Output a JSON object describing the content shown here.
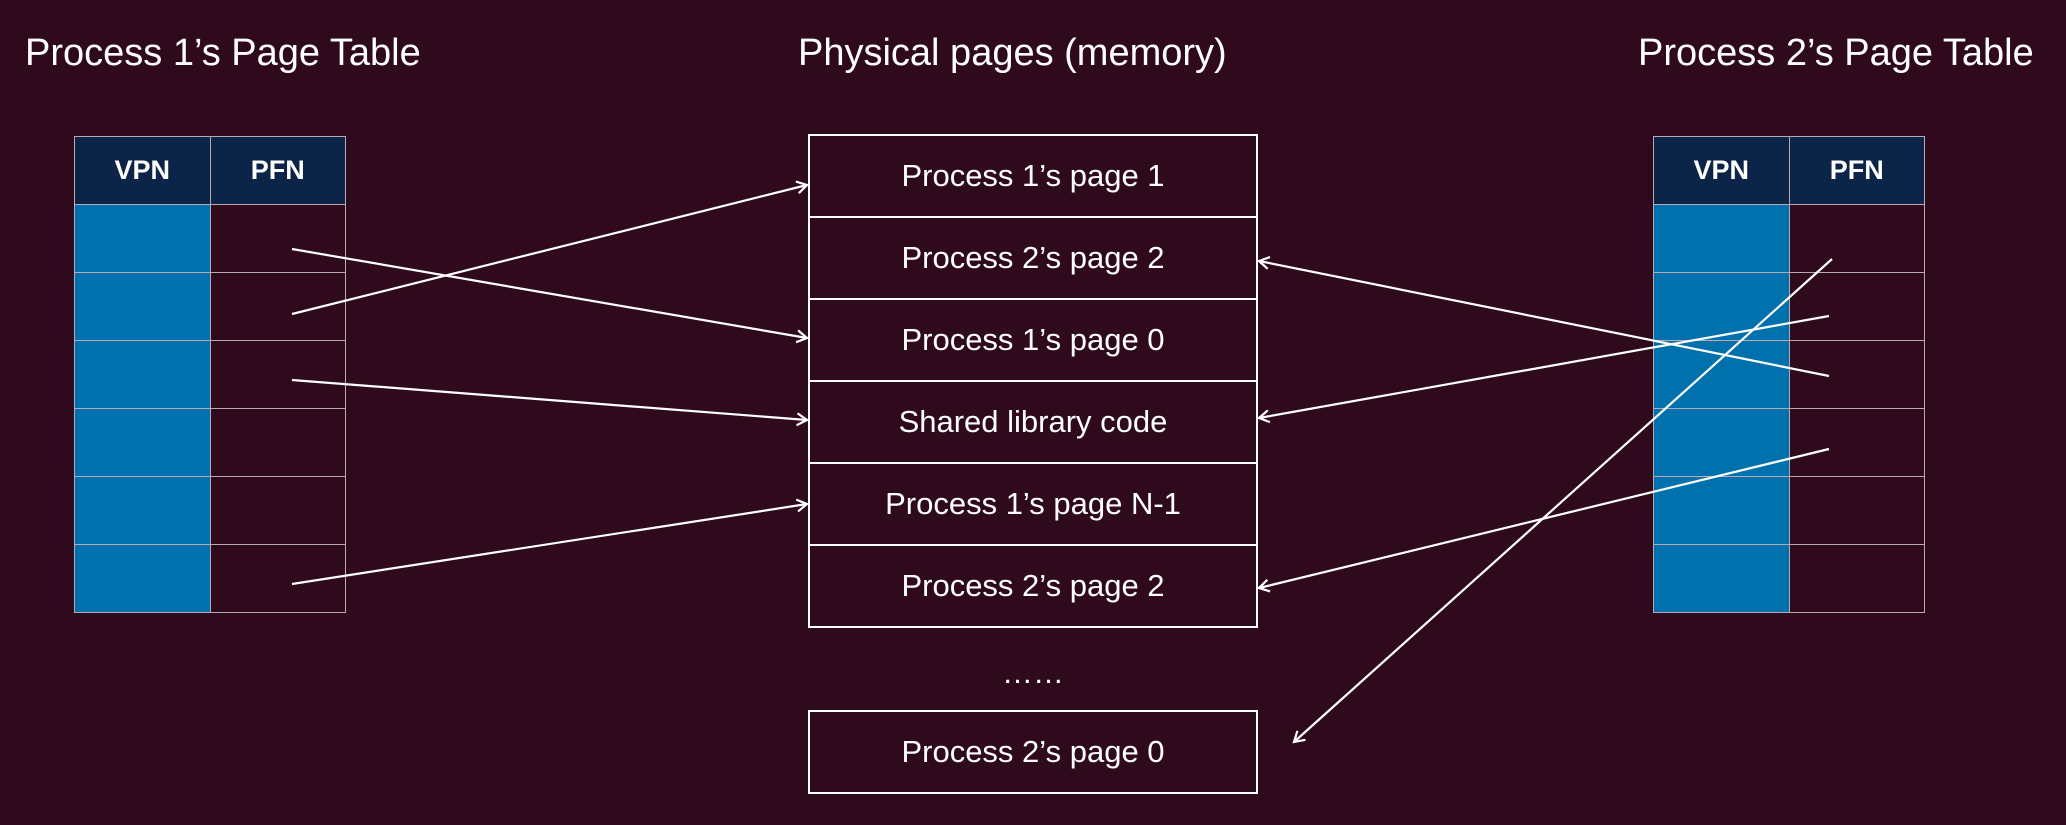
{
  "titles": {
    "process1": "Process 1’s Page Table",
    "memory": "Physical pages (memory)",
    "process2": "Process 2’s Page Table"
  },
  "process1_table": {
    "headers": [
      "VPN",
      "PFN"
    ],
    "row_count": 6
  },
  "process2_table": {
    "headers": [
      "VPN",
      "PFN"
    ],
    "row_count": 6
  },
  "memory": {
    "pages": [
      "Process 1’s page 1",
      "Process 2’s page 2",
      "Process 1’s page 0",
      "Shared library code",
      "Process 1’s page N-1",
      "Process 2’s page 2"
    ],
    "ellipsis": "……",
    "last_page": "Process 2’s page 0"
  },
  "colors": {
    "background": "#2f0a1c",
    "header": "#0b2447",
    "vpn_fill": "#0071ac",
    "line": "#ffffff"
  }
}
